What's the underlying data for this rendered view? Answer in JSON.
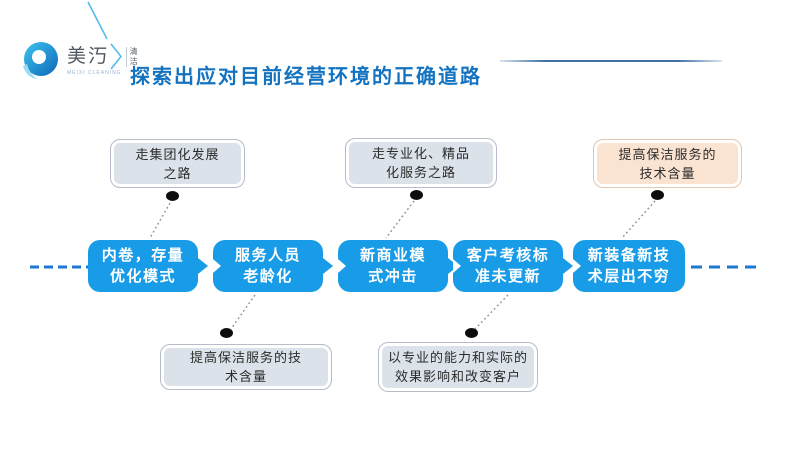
{
  "colors": {
    "box_blue": "#189ce8",
    "dash_blue": "#1f78cf",
    "title_blue": "#1373c0",
    "callout_gray": "#dbe2ea",
    "callout_orange": "#fbe3d1",
    "accent_light_blue": "#54bbec"
  },
  "header": {
    "brand_name": "美汅",
    "brand_caption": "MEIXI CLEANING",
    "brand_suffix": "清洁",
    "title": "探索出应对目前经营环境的正确道路"
  },
  "flow": {
    "boxes": [
      {
        "line1": "内卷，存量",
        "line2": "优化模式"
      },
      {
        "line1": "服务人员",
        "line2": "老龄化"
      },
      {
        "line1": "新商业模",
        "line2": "式冲击"
      },
      {
        "line1": "客户考核标",
        "line2": "准未更新"
      },
      {
        "line1": "新装备新技",
        "line2": "术层出不穷"
      }
    ],
    "top_callouts": [
      {
        "line1": "走集团化发展",
        "line2": "之路"
      },
      {
        "line1": "走专业化、精品",
        "line2": "化服务之路"
      },
      {
        "line1": "提高保洁服务的",
        "line2": "技术含量"
      }
    ],
    "bottom_callouts": [
      {
        "line1": "提高保洁服务的技",
        "line2": "术含量"
      },
      {
        "line1": "以专业的能力和实际的",
        "line2": "效果影响和改变客户"
      }
    ]
  }
}
